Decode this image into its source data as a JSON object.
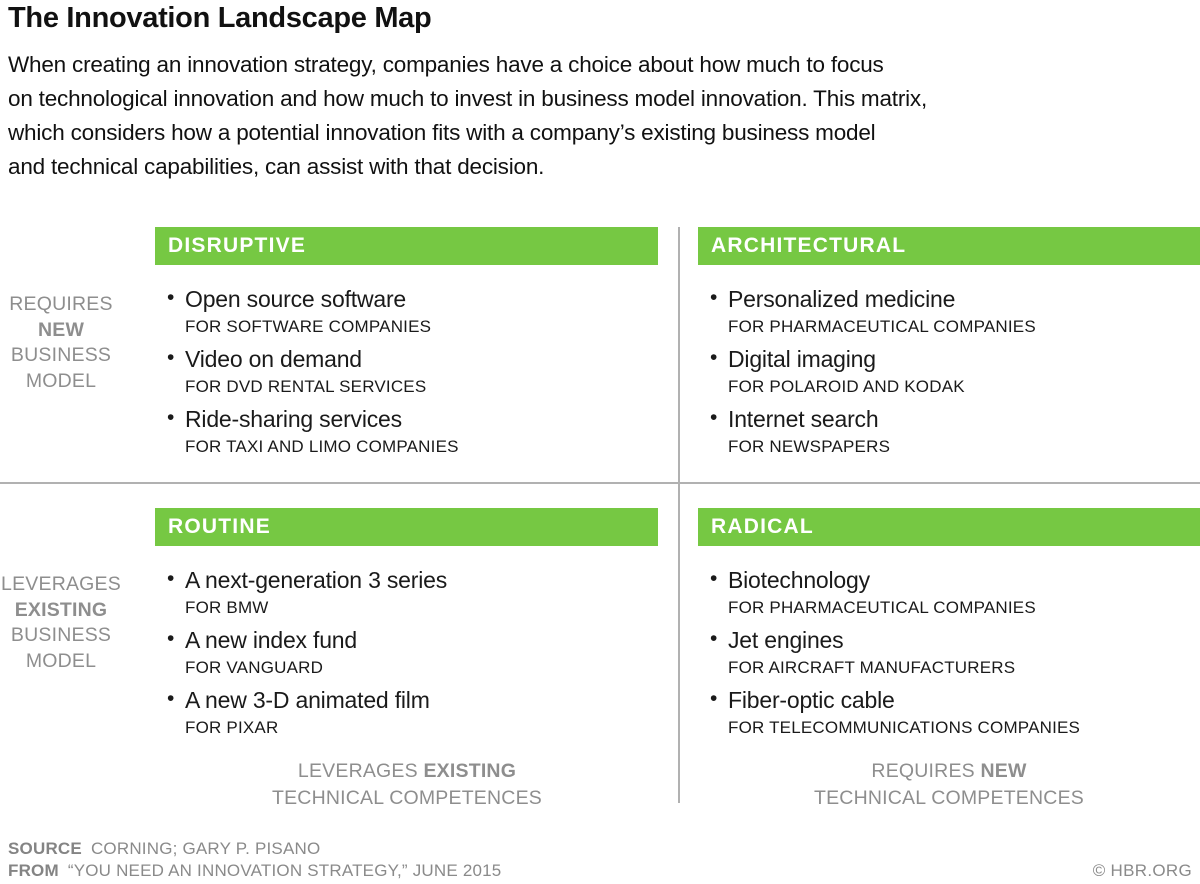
{
  "header": {
    "title": "The Innovation Landscape Map",
    "intro_lines": [
      "When creating an innovation strategy, companies have a choice about how much to focus",
      "on technological innovation and how much to invest in business model innovation. This matrix,",
      "which considers how a potential innovation fits with a company’s existing business model",
      "and technical capabilities, can assist with that decision."
    ]
  },
  "colors": {
    "quadrant_header_green": "#76c843",
    "divider_gray": "#b1b1b1",
    "axis_label_gray": "#8e8e8e"
  },
  "matrix": {
    "quadrants": [
      {
        "label": "DISRUPTIVE",
        "items": [
          {
            "title": "Open source software",
            "subtitle": "FOR SOFTWARE COMPANIES"
          },
          {
            "title": "Video on demand",
            "subtitle": "FOR DVD RENTAL SERVICES"
          },
          {
            "title": "Ride-sharing services",
            "subtitle": "FOR TAXI AND LIMO COMPANIES"
          }
        ]
      },
      {
        "label": "ARCHITECTURAL",
        "items": [
          {
            "title": "Personalized medicine",
            "subtitle": "FOR PHARMACEUTICAL COMPANIES"
          },
          {
            "title": "Digital imaging",
            "subtitle": "FOR POLAROID AND KODAK"
          },
          {
            "title": "Internet search",
            "subtitle": "FOR NEWSPAPERS"
          }
        ]
      },
      {
        "label": "ROUTINE",
        "items": [
          {
            "title": "A next-generation 3 series",
            "subtitle": "FOR BMW"
          },
          {
            "title": "A new index fund",
            "subtitle": "FOR VANGUARD"
          },
          {
            "title": "A new 3-D animated film",
            "subtitle": "FOR PIXAR"
          }
        ]
      },
      {
        "label": "RADICAL",
        "items": [
          {
            "title": "Biotechnology",
            "subtitle": "FOR PHARMACEUTICAL COMPANIES"
          },
          {
            "title": "Jet engines",
            "subtitle": "FOR AIRCRAFT MANUFACTURERS"
          },
          {
            "title": "Fiber-optic cable",
            "subtitle": "FOR TELECOMMUNICATIONS COMPANIES"
          }
        ]
      }
    ],
    "y_axis_top": {
      "l1": "REQUIRES",
      "l2": "NEW",
      "l3": "BUSINESS",
      "l4": "MODEL"
    },
    "y_axis_bottom": {
      "l1": "LEVERAGES",
      "l2": "EXISTING",
      "l3": "BUSINESS",
      "l4": "MODEL"
    },
    "x_axis_left": {
      "line1_regular": "LEVERAGES",
      "line1_bold": "EXISTING",
      "line2": "TECHNICAL COMPETENCES"
    },
    "x_axis_right": {
      "line1_regular": "REQUIRES",
      "line1_bold": "NEW",
      "line2": "TECHNICAL COMPETENCES"
    }
  },
  "footer": {
    "source_label": "SOURCE",
    "source_value": "CORNING; GARY P. PISANO",
    "from_label": "FROM",
    "from_value": "“YOU NEED AN INNOVATION STRATEGY,” JUNE 2015",
    "credit": "© HBR.ORG"
  }
}
